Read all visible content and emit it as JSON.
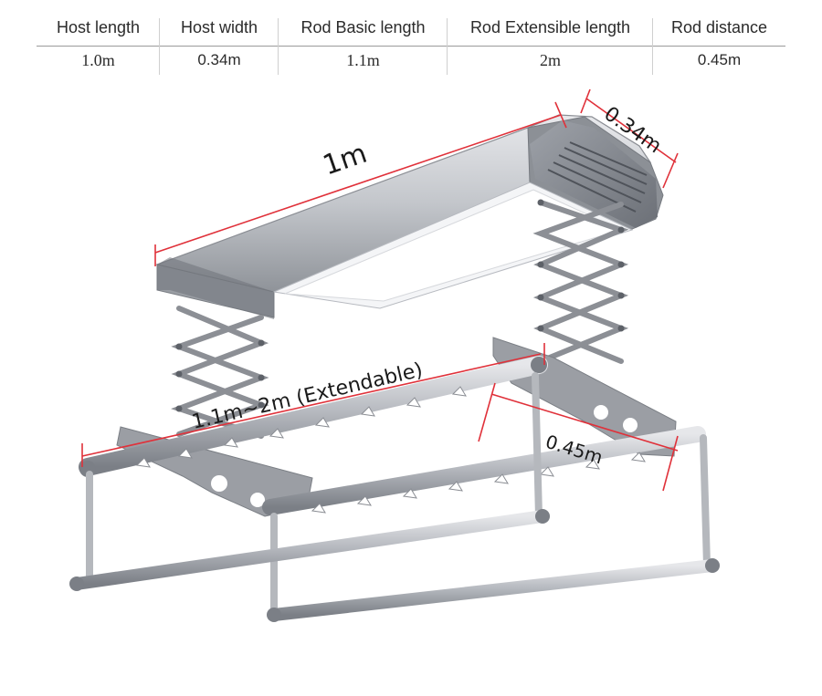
{
  "spec_table": {
    "headers": [
      "Host length",
      "Host width",
      "Rod Basic length",
      "Rod Extensible length",
      "Rod distance"
    ],
    "values": [
      "1.0m",
      "0.34m",
      "1.1m",
      "2m",
      "0.45m"
    ]
  },
  "dimensions": {
    "host_length": "1m",
    "host_width": "0.34m",
    "rod_length": "1.1m~2m (Extendable)",
    "rod_distance": "0.45m"
  },
  "colors": {
    "dimension_line": "#e0313a",
    "frame": "#a9acb2",
    "panel_light": "#f4f5f7"
  }
}
